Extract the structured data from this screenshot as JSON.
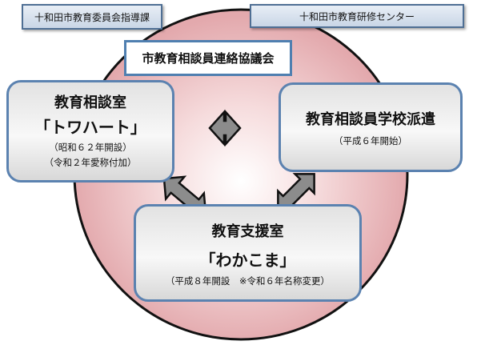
{
  "top_left_label": "十和田市教育委員会指導課",
  "top_right_label": "十和田市教育研修センター",
  "council": "市教育相談員連絡協議会",
  "left_box": {
    "title": "教育相談室",
    "name": "「トワハート」",
    "notes": [
      "（昭和６２年開設）",
      "（令和２年愛称付加）"
    ]
  },
  "right_box": {
    "title": "教育相談員学校派遣",
    "notes": [
      "（平成６年開始）"
    ]
  },
  "bottom_box": {
    "title": "教育支援室",
    "name": "「わかこま」",
    "notes": [
      "（平成８年開設　※令和６年名称変更）"
    ]
  },
  "colors": {
    "circle": "#e8b4b8",
    "border": "#5b82b0",
    "arrow": "#8c8c8c"
  }
}
